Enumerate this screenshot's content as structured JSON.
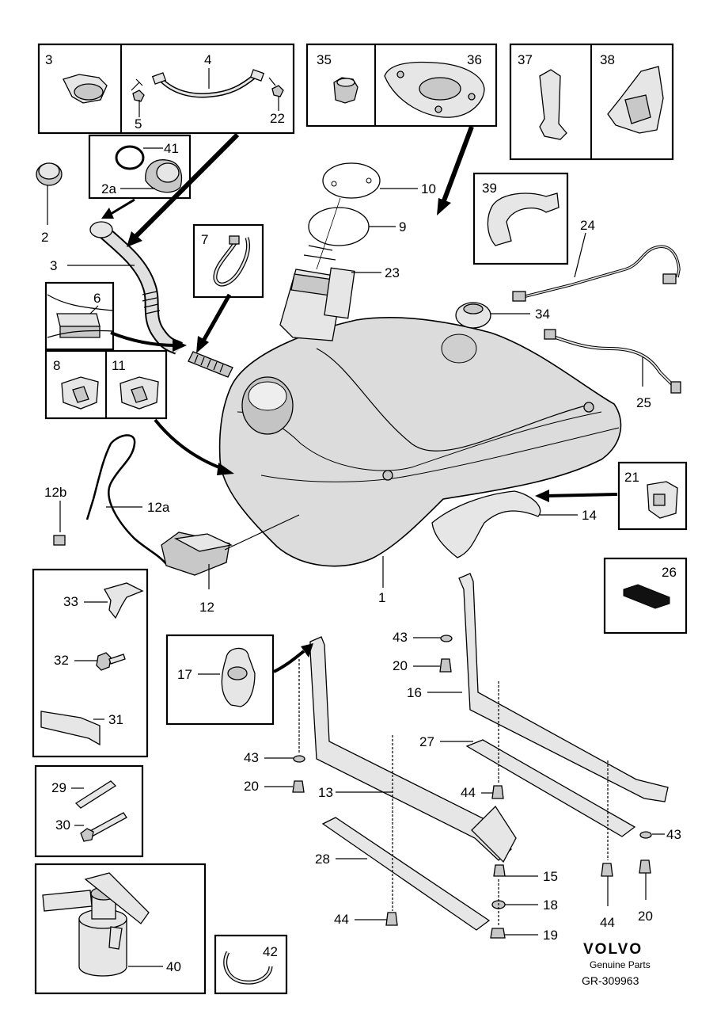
{
  "brand": "VOLVO",
  "tagline": "Genuine Parts",
  "diagram_code": "GR-309963",
  "callouts": {
    "c1": "1",
    "c2": "2",
    "c2a": "2a",
    "c3a": "3",
    "c3b": "3",
    "c4": "4",
    "c5": "5",
    "c6": "6",
    "c7": "7",
    "c8": "8",
    "c9": "9",
    "c10": "10",
    "c11": "11",
    "c12": "12",
    "c12a": "12a",
    "c12b": "12b",
    "c13": "13",
    "c14": "14",
    "c15": "15",
    "c16": "16",
    "c17": "17",
    "c18": "18",
    "c19": "19",
    "c20a": "20",
    "c20b": "20",
    "c20c": "20",
    "c21": "21",
    "c22": "22",
    "c23": "23",
    "c24": "24",
    "c25": "25",
    "c26": "26",
    "c27": "27",
    "c28": "28",
    "c29": "29",
    "c30": "30",
    "c31": "31",
    "c32": "32",
    "c33": "33",
    "c34": "34",
    "c35": "35",
    "c36": "36",
    "c37": "37",
    "c38": "38",
    "c39": "39",
    "c40": "40",
    "c41": "41",
    "c42": "42",
    "c43a": "43",
    "c43b": "43",
    "c43c": "43",
    "c44a": "44",
    "c44b": "44",
    "c44c": "44"
  }
}
